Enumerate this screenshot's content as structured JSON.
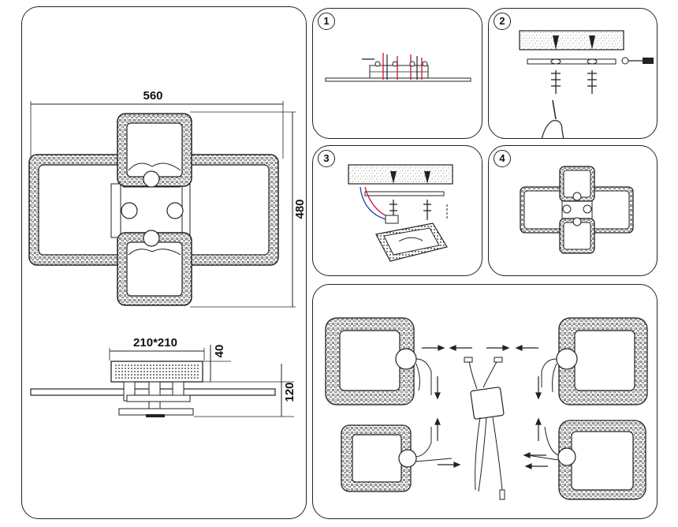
{
  "dimensions": {
    "width": "560",
    "height": "480",
    "base": "210*210",
    "base_height": "40",
    "total_height": "120"
  },
  "steps": [
    "1",
    "2",
    "3",
    "4"
  ]
}
